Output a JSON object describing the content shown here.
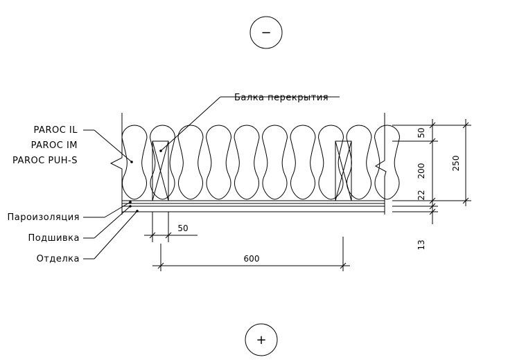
{
  "markers": {
    "top_sign": "−",
    "bottom_sign": "+"
  },
  "labels": {
    "beam": "Балка перекрытия",
    "insulation": [
      "PAROC IL",
      "PAROC IM",
      "PAROC PUH-S"
    ],
    "vapor_barrier": "Пароизоляция",
    "sheathing": "Подшивка",
    "finish": "Отделка"
  },
  "dimensions": {
    "beam_width": "50",
    "beam_spacing": "600",
    "top_layer": "50",
    "beam_height": "200",
    "total": "250",
    "sheathing": "22",
    "finish": "13"
  }
}
